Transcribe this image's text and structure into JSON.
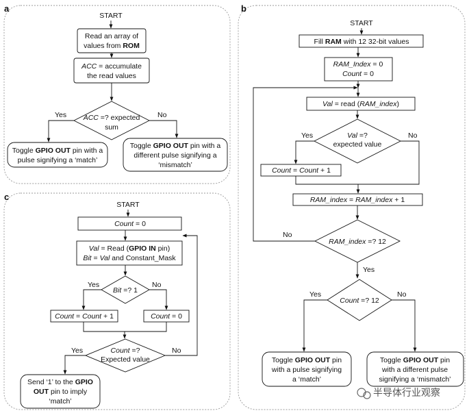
{
  "panels": {
    "a": {
      "label": "a",
      "start": "START",
      "read_rom": [
        "Read an array of",
        "values from ",
        "ROM"
      ],
      "acc": [
        "ACC",
        " = accumulate",
        "the read values"
      ],
      "decision": [
        "ACC",
        " =? expected",
        "sum"
      ],
      "yes": "Yes",
      "no": "No",
      "match": [
        "Toggle ",
        "GPIO OUT",
        " pin with a",
        "pulse signifying a ‘match’"
      ],
      "mismatch": [
        "Toggle ",
        "GPIO OUT",
        " pin with a",
        "different pulse signifying a",
        "‘mismatch’"
      ]
    },
    "b": {
      "label": "b",
      "start": "START",
      "fill_ram": [
        "Fill ",
        "RAM",
        " with 12 32-bit values"
      ],
      "init1": [
        "RAM_Index",
        " = 0"
      ],
      "init2": [
        "Count",
        " = 0"
      ],
      "read": [
        "Val",
        " = read (",
        "RAM_index",
        ")"
      ],
      "decision1": [
        "Val",
        " =?",
        "expected value"
      ],
      "yes1": "Yes",
      "no1": "No",
      "count_inc": [
        "Count",
        " = ",
        "Count",
        " + 1"
      ],
      "index_inc": [
        "RAM_index",
        " = ",
        "RAM_index",
        " + 1"
      ],
      "decision2": [
        "RAM_index",
        " =? 12"
      ],
      "no_loop": "No",
      "yes2": "Yes",
      "decision3": [
        "Count",
        " =? 12"
      ],
      "yes3": "Yes",
      "no3": "No",
      "match": [
        "Toggle ",
        "GPIO OUT",
        " pin",
        "with a pulse signifying",
        "a ‘match’"
      ],
      "mismatch": [
        "Toggle ",
        "GPIO OUT",
        " pin",
        "with a different pulse",
        "signifying a ‘mismatch’"
      ]
    },
    "c": {
      "label": "c",
      "start": "START",
      "init": [
        "Count",
        " = 0"
      ],
      "read1": [
        "Val",
        " = Read (",
        "GPIO IN",
        " pin)"
      ],
      "read2": [
        "Bit",
        " = ",
        "Val",
        " and Constant_Mask"
      ],
      "decision1": [
        "Bit",
        " =? 1"
      ],
      "yes1": "Yes",
      "no1": "No",
      "count_inc": [
        "Count",
        " = ",
        "Count",
        " + 1"
      ],
      "count_zero": [
        "Count",
        " = 0"
      ],
      "decision2": [
        "Count",
        " =?",
        "Expected value"
      ],
      "yes2": "Yes",
      "no2": "No",
      "send": [
        "Send ‘1’ to the ",
        "GPIO",
        "OUT",
        " pin to imply",
        "‘match’"
      ]
    }
  },
  "watermark": "半导体行业观察"
}
